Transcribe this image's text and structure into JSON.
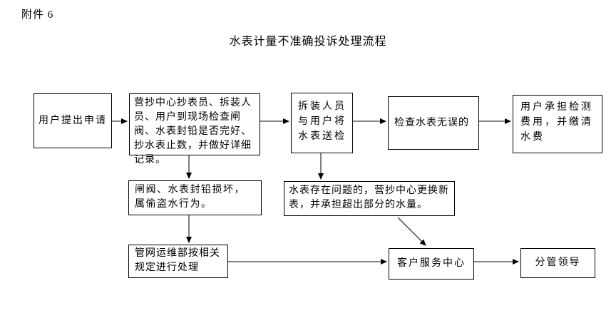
{
  "page": {
    "attachment_label": "附件 6",
    "title": "水表计量不准确投诉处理流程"
  },
  "flowchart": {
    "nodes": {
      "user_request": {
        "text": "用户提出申请"
      },
      "site_check": {
        "text": "营抄中心抄表员、拆装人员、用户到现场检查闸阀、水表封铅是否完好、抄水表止数，并做好详细记录。"
      },
      "send_meter": {
        "text": "拆装人员与用户将水表送检"
      },
      "meter_ok": {
        "text": "检查水表无误的"
      },
      "user_pays": {
        "text": "用户承担检测费用，并缴清水费"
      },
      "seal_damaged": {
        "text": "闸阀、水表封铅损坏，属偷盗水行为。"
      },
      "meter_problem": {
        "text": "水表存在问题的，营抄中心更换新表，并承担超出部分的水量。"
      },
      "pipeline_dept": {
        "text": "管网运维部按相关规定进行处理"
      },
      "service_center": {
        "text": "客户服务中心"
      },
      "leader": {
        "text": "分管领导"
      }
    },
    "colors": {
      "line": "#3c3c3c",
      "border": "#000000",
      "background": "#ffffff"
    }
  }
}
